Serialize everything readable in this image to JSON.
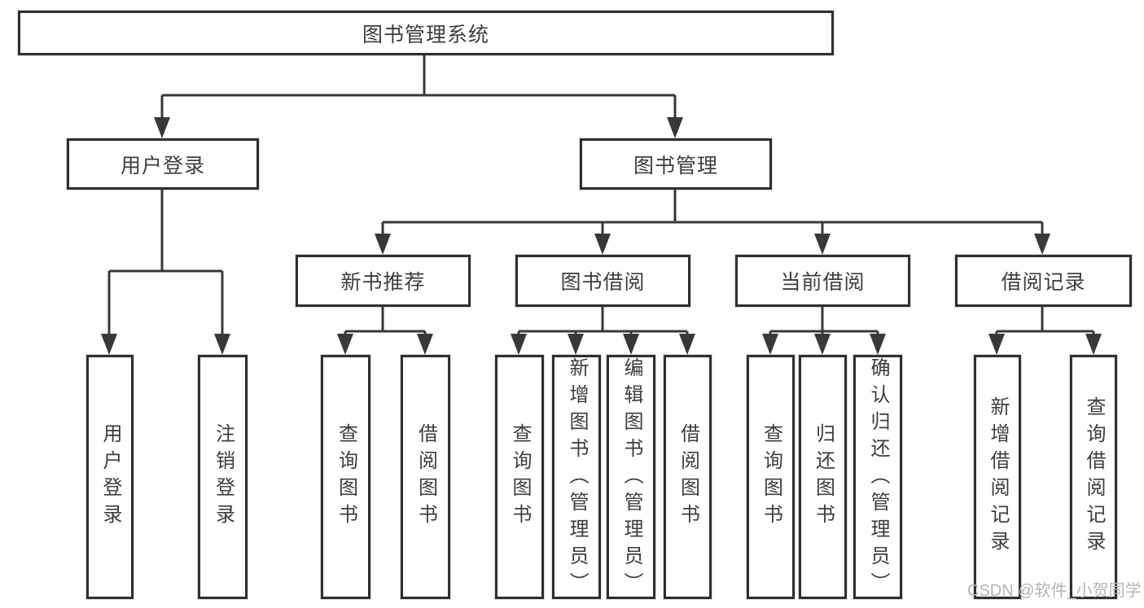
{
  "diagram": {
    "title_node": {
      "label": "图书管理系统"
    },
    "level2": [
      {
        "label": "用户登录"
      },
      {
        "label": "图书管理"
      }
    ],
    "level3": [
      {
        "label": "新书推荐"
      },
      {
        "label": "图书借阅"
      },
      {
        "label": "当前借阅"
      },
      {
        "label": "借阅记录"
      }
    ],
    "leaves": [
      {
        "label": "用户登录"
      },
      {
        "label": "注销登录"
      },
      {
        "label": "查询图书"
      },
      {
        "label": "借阅图书"
      },
      {
        "label": "查询图书"
      },
      {
        "label": "新增图书（管理员）"
      },
      {
        "label": "编辑图书（管理员）"
      },
      {
        "label": "借阅图书"
      },
      {
        "label": "查询图书"
      },
      {
        "label": "归还图书"
      },
      {
        "label": "确认归还（管理员）"
      },
      {
        "label": "新增借阅记录"
      },
      {
        "label": "查询借阅记录"
      }
    ],
    "watermark": "CSDN @软件_小贺同学",
    "colors": {
      "line": "#383838",
      "border": "#2f2f2f",
      "text": "#3d3d42",
      "watermark": "#b5b5b5",
      "background": "#ffffff"
    }
  }
}
